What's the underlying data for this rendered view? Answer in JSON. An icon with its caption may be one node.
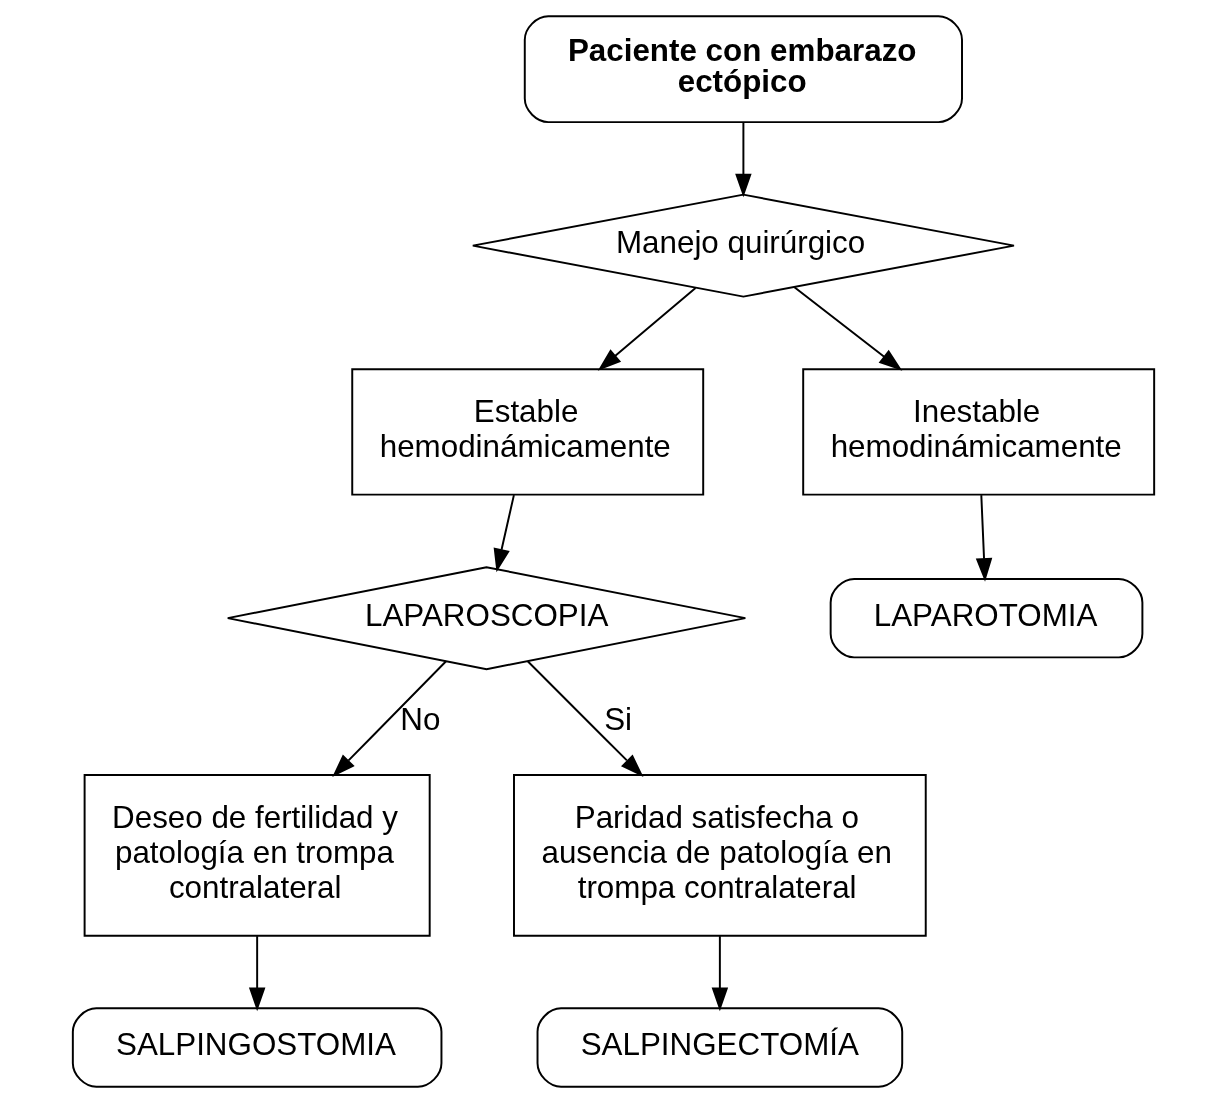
{
  "diagram": {
    "nodes": [
      {
        "text": [
          "Paciente con embarazo ectópico"
        ]
      },
      {
        "text": [
          "Manejo quirúrgico"
        ]
      },
      {
        "text": [
          "Estable hemodinámicamente"
        ]
      },
      {
        "text": [
          "Inestable hemodinámicamente"
        ]
      },
      {
        "text": [
          "LAPAROSCOPIA"
        ]
      },
      {
        "text": [
          "LAPAROTOMIA"
        ]
      },
      {
        "text": [
          "Deseo de fertilidad y patología en trompa contralateral"
        ]
      },
      {
        "text": [
          "Paridad satisfecha o ausencia de patología en trompa contralateral"
        ]
      },
      {
        "text": [
          "SALPINGOSTOMIA"
        ]
      },
      {
        "text": [
          "SALPINGECTOMÍA"
        ]
      }
    ],
    "edges": [
      {
        "from": 0,
        "to": 1,
        "arrow": "to"
      },
      {
        "from": 1,
        "to": 2,
        "arrow": "to"
      },
      {
        "from": 1,
        "to": 3,
        "arrow": "to"
      },
      {
        "from": 2,
        "to": 4,
        "arrow": "to"
      },
      {
        "from": 3,
        "to": 5,
        "arrow": "to"
      },
      {
        "from": 4,
        "to": 6,
        "arrow": "to",
        "label": "No"
      },
      {
        "from": 4,
        "to": 7,
        "arrow": "to",
        "label": "Si"
      },
      {
        "from": 6,
        "to": 8,
        "arrow": "to"
      },
      {
        "from": 7,
        "to": 9,
        "arrow": "to"
      }
    ]
  }
}
